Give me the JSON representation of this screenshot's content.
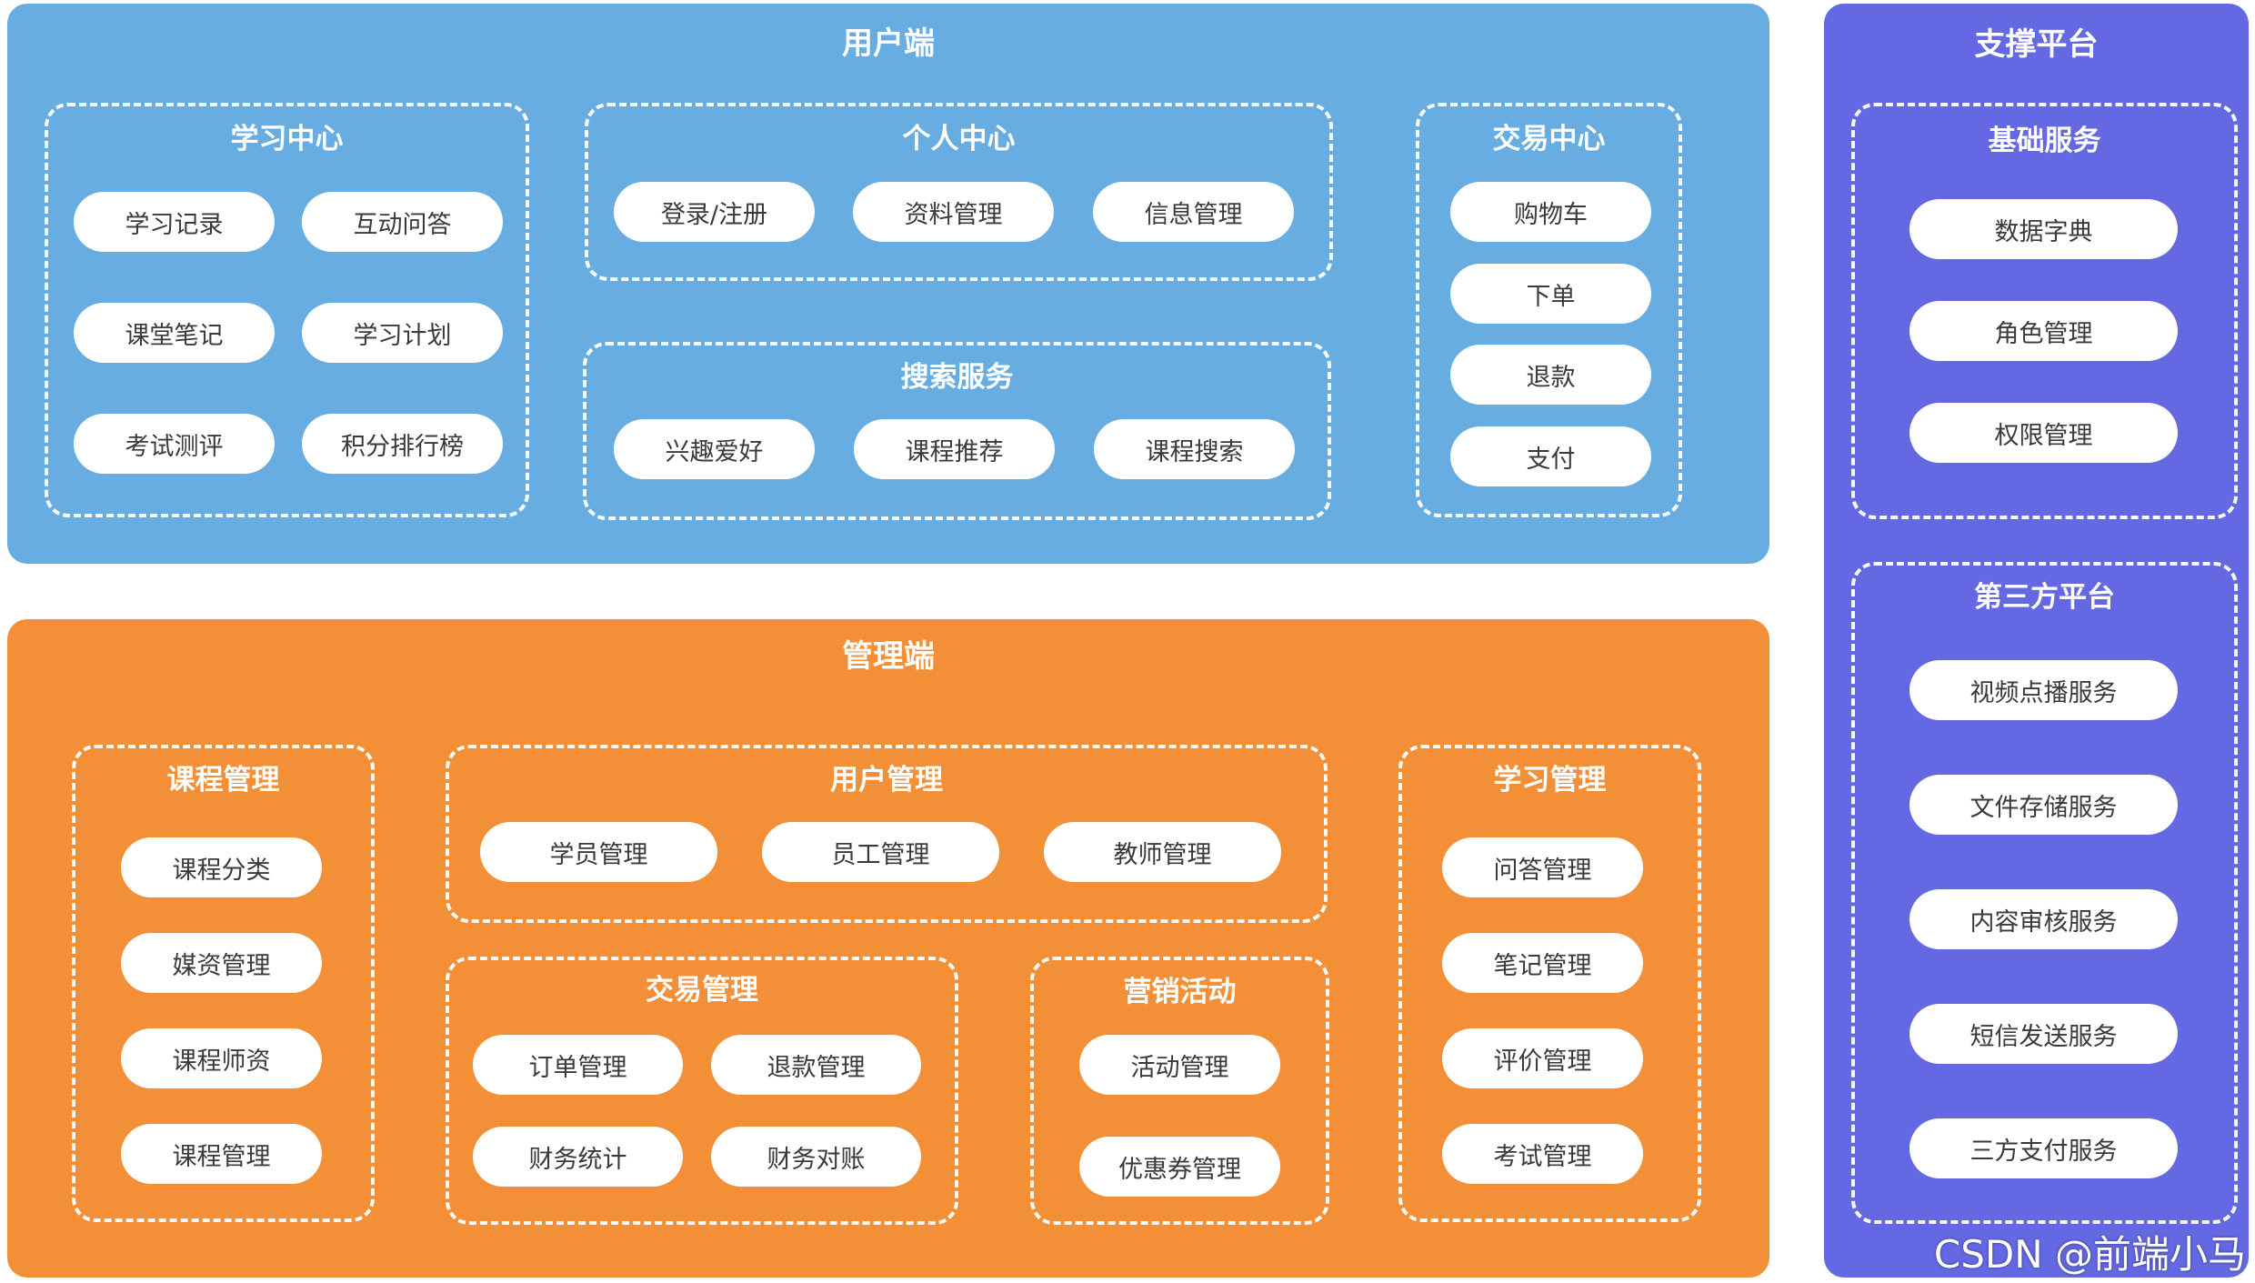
{
  "user": {
    "title": "用户端",
    "learning_center": {
      "title": "学习中心",
      "items": [
        "学习记录",
        "互动问答",
        "课堂笔记",
        "学习计划",
        "考试测评",
        "积分排行榜"
      ]
    },
    "personal_center": {
      "title": "个人中心",
      "items": [
        "登录/注册",
        "资料管理",
        "信息管理"
      ]
    },
    "search_service": {
      "title": "搜索服务",
      "items": [
        "兴趣爱好",
        "课程推荐",
        "课程搜索"
      ]
    },
    "trade_center": {
      "title": "交易中心",
      "items": [
        "购物车",
        "下单",
        "退款",
        "支付"
      ]
    }
  },
  "admin": {
    "title": "管理端",
    "course_mgmt": {
      "title": "课程管理",
      "items": [
        "课程分类",
        "媒资管理",
        "课程师资",
        "课程管理"
      ]
    },
    "user_mgmt": {
      "title": "用户管理",
      "items": [
        "学员管理",
        "员工管理",
        "教师管理"
      ]
    },
    "trade_mgmt": {
      "title": "交易管理",
      "items": [
        "订单管理",
        "退款管理",
        "财务统计",
        "财务对账"
      ]
    },
    "marketing": {
      "title": "营销活动",
      "items": [
        "活动管理",
        "优惠券管理"
      ]
    },
    "study_mgmt": {
      "title": "学习管理",
      "items": [
        "问答管理",
        "笔记管理",
        "评价管理",
        "考试管理"
      ]
    }
  },
  "support": {
    "title": "支撑平台",
    "basic": {
      "title": "基础服务",
      "items": [
        "数据字典",
        "角色管理",
        "权限管理"
      ]
    },
    "third_party": {
      "title": "第三方平台",
      "items": [
        "视频点播服务",
        "文件存储服务",
        "内容审核服务",
        "短信发送服务",
        "三方支付服务"
      ]
    }
  },
  "watermark": "CSDN @前端小马",
  "colors": {
    "user_panel": "#68ADE2",
    "admin_panel": "#F28F37",
    "support_panel": "#6469E3"
  }
}
